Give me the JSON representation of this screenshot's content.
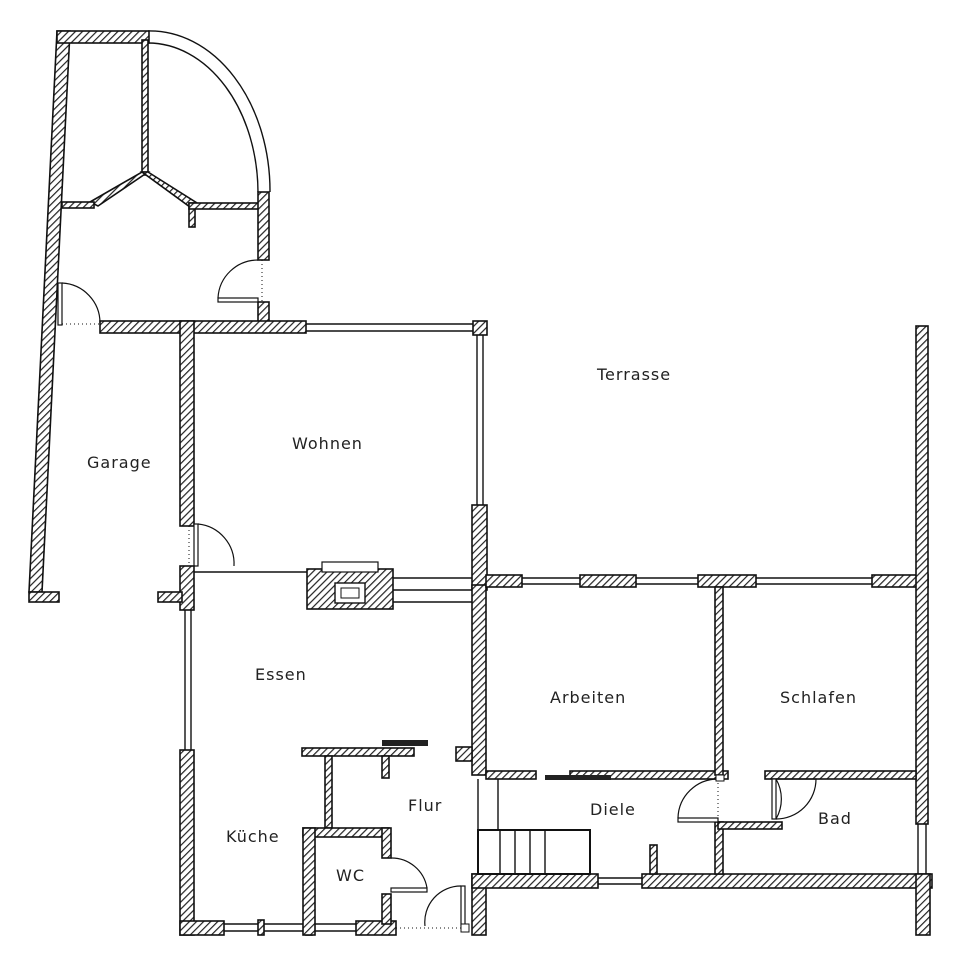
{
  "rooms": {
    "terrasse": "Terrasse",
    "wohnen": "Wohnen",
    "garage": "Garage",
    "essen": "Essen",
    "arbeiten": "Arbeiten",
    "schlafen": "Schlafen",
    "flur": "Flur",
    "diele": "Diele",
    "bad": "Bad",
    "kueche": "Küche",
    "wc": "WC"
  },
  "colors": {
    "line": "#111111",
    "background": "#ffffff"
  }
}
